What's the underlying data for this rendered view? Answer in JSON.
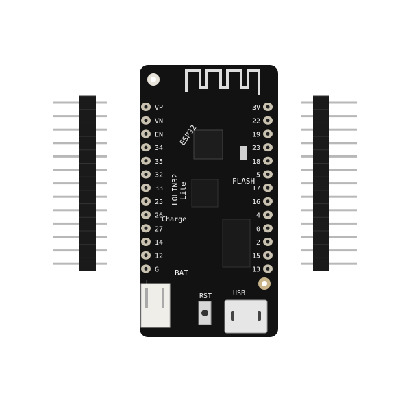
{
  "board": {
    "name_label": "LOLIN32",
    "variant_label": "Lite",
    "chip_label": "ESP32",
    "flash_label": "FLASH",
    "charge_label": "Charge",
    "battery_label": "BAT",
    "battery_plus": "+",
    "battery_minus": "−",
    "reset_label": "RST",
    "usb_label": "USB",
    "left_pins": [
      "VP",
      "VN",
      "EN",
      "34",
      "35",
      "32",
      "33",
      "25",
      "26",
      "27",
      "14",
      "12",
      "G"
    ],
    "right_pins": [
      "3V",
      "22",
      "19",
      "23",
      "18",
      "5",
      "17",
      "16",
      "4",
      "0",
      "2",
      "15",
      "13"
    ],
    "colors": {
      "pcb": "#121212",
      "silkscreen": "#f2f2f2",
      "pad": "#c9c2b0",
      "header": "#1a1a1a",
      "pin": "#b8b8b8"
    }
  },
  "headers": {
    "pin_count": 13
  }
}
